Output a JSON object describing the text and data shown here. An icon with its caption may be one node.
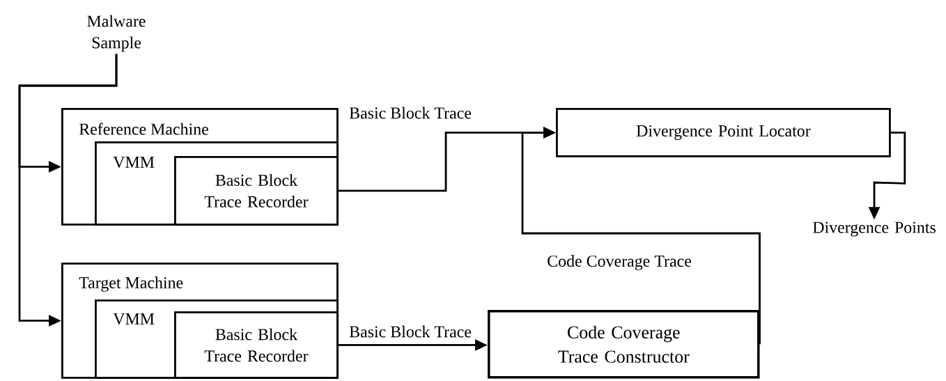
{
  "diagram": {
    "nodes": [
      {
        "text": [
          "Malware Sample"
        ]
      },
      {
        "text": [
          "Reference Machine"
        ]
      },
      {
        "text": [
          "VMM"
        ],
        "in": 1
      },
      {
        "text": [
          "Basic Block Trace Recorder"
        ],
        "in": 2
      },
      {
        "text": [
          "Target Machine"
        ]
      },
      {
        "text": [
          "VMM"
        ],
        "in": 4
      },
      {
        "text": [
          "Basic Block Trace Recorder"
        ],
        "in": 5
      },
      {
        "text": [
          "Divergence Point Locator"
        ]
      },
      {
        "text": [
          "Code Coverage Trace Constructor"
        ]
      },
      {
        "text": [
          "Divergence Points"
        ]
      }
    ],
    "edges": [
      {
        "from": 0,
        "to": 1,
        "arrow": "to"
      },
      {
        "from": 0,
        "to": 4,
        "arrow": "to"
      },
      {
        "from": 3,
        "to": 7,
        "arrow": "to",
        "label": "Basic Block Trace"
      },
      {
        "from": 6,
        "to": 8,
        "arrow": "to",
        "label": "Basic Block Trace"
      },
      {
        "from": 8,
        "to": 7,
        "arrow": "to",
        "label": "Code Coverage Trace"
      },
      {
        "from": 7,
        "to": 9,
        "arrow": "to"
      }
    ]
  }
}
